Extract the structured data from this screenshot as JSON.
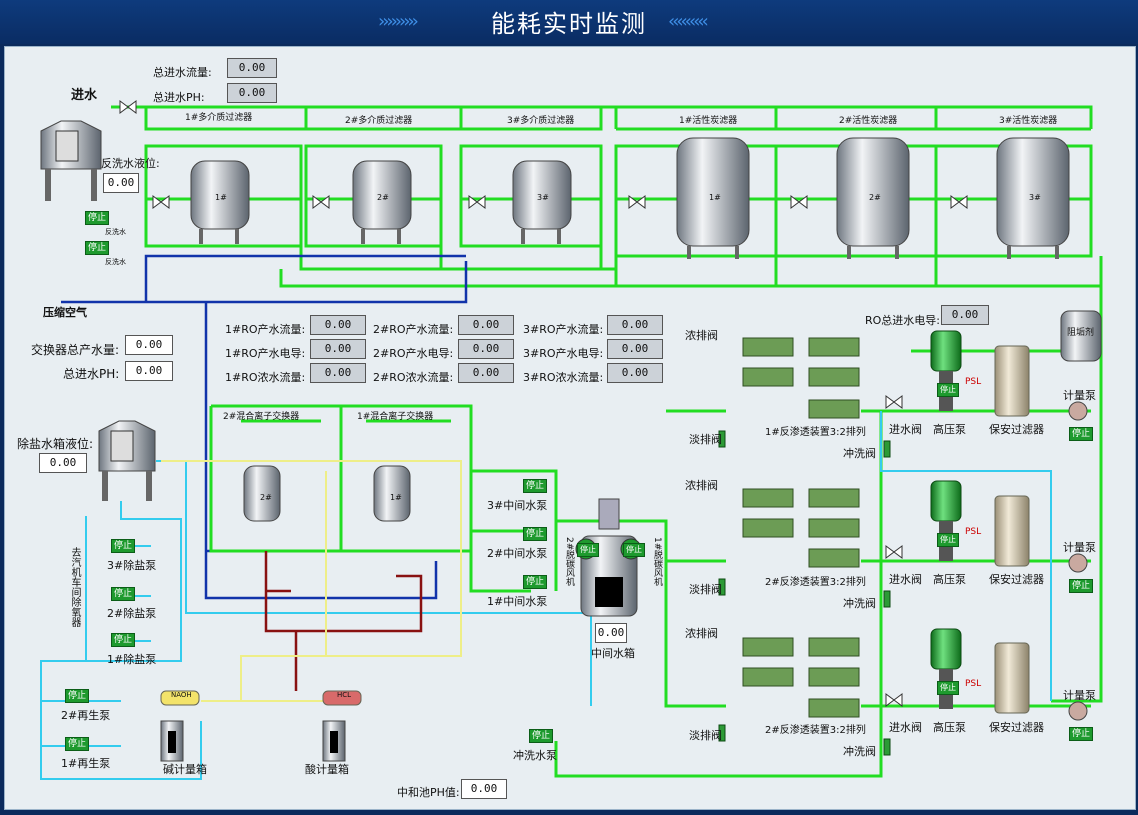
{
  "header": {
    "title": "能耗实时监测",
    "chevrons_left": "›››››››››",
    "chevrons_right": "‹‹‹‹‹‹‹‹‹"
  },
  "inlet": {
    "water": "进水",
    "air": "压缩空气",
    "backwash_level": "反洗水液位:",
    "backwash_level_val": "0.00",
    "pump_label": "反洗水"
  },
  "totals": {
    "flow_label": "总进水流量:",
    "flow_val": "0.00",
    "ph_label": "总进水PH:",
    "ph_val": "0.00"
  },
  "filters": [
    {
      "name": "1#多介质过滤器",
      "tag": "1#"
    },
    {
      "name": "2#多介质过滤器",
      "tag": "2#"
    },
    {
      "name": "3#多介质过滤器",
      "tag": "3#"
    },
    {
      "name": "1#活性炭滤器",
      "tag": "1#"
    },
    {
      "name": "2#活性炭滤器",
      "tag": "2#"
    },
    {
      "name": "3#活性炭滤器",
      "tag": "3#"
    }
  ],
  "ro_readings": [
    {
      "prod_flow": "1#RO产水流量:",
      "prod_cond": "1#RO产水电导:",
      "conc_flow": "1#RO浓水流量:",
      "v1": "0.00",
      "v2": "0.00",
      "v3": "0.00"
    },
    {
      "prod_flow": "2#RO产水流量:",
      "prod_cond": "2#RO产水电导:",
      "conc_flow": "2#RO浓水流量:",
      "v1": "0.00",
      "v2": "0.00",
      "v3": "0.00"
    },
    {
      "prod_flow": "3#RO产水流量:",
      "prod_cond": "3#RO产水电导:",
      "conc_flow": "3#RO浓水流量:",
      "v1": "0.00",
      "v2": "0.00",
      "v3": "0.00"
    }
  ],
  "exchanger": {
    "total_label": "交换器总产水量:",
    "total_val": "0.00",
    "ph_label": "总进水PH:",
    "ph_val": "0.00",
    "ex2": "2#混合离子交换器",
    "ex1": "1#混合离子交换器",
    "tag2": "2#",
    "tag1": "1#"
  },
  "desalt": {
    "level_label": "除盐水箱液位:",
    "level_val": "0.00",
    "side_label": "去汽机车间除氧器",
    "pumps": [
      "3#除盐泵",
      "2#除盐泵",
      "1#除盐泵"
    ],
    "regen": [
      "2#再生泵",
      "1#再生泵"
    ]
  },
  "chem": {
    "naoh": "NAOH",
    "hcl": "HCL",
    "base_tank": "碱计量箱",
    "acid_tank": "酸计量箱",
    "neutral_label": "中和池PH值:",
    "neutral_val": "0.00"
  },
  "intermediate": {
    "pumps": [
      "3#中间水泵",
      "2#中间水泵",
      "1#中间水泵"
    ],
    "tank": "中间水箱",
    "tank_val": "0.00",
    "fan2": "2#脱碳风机",
    "fan1": "1#脱碳风机",
    "flush_pump": "冲洗水泵"
  },
  "ro_units": [
    {
      "title": "1#反渗透装置3:2排列",
      "conc_valve": "浓排阀",
      "fresh_valve": "淡排阀",
      "inlet_valve": "进水阀",
      "flush_valve": "冲洗阀",
      "hp_pump": "高压泵",
      "filter": "保安过滤器",
      "psl": "PSL",
      "dosing": "计量泵"
    },
    {
      "title": "2#反渗透装置3:2排列",
      "conc_valve": "浓排阀",
      "fresh_valve": "淡排阀",
      "inlet_valve": "进水阀",
      "flush_valve": "冲洗阀",
      "hp_pump": "高压泵",
      "filter": "保安过滤器",
      "psl": "PSL",
      "dosing": "计量泵"
    },
    {
      "title": "2#反渗透装置3:2排列",
      "conc_valve": "浓排阀",
      "fresh_valve": "淡排阀",
      "inlet_valve": "进水阀",
      "flush_valve": "冲洗阀",
      "hp_pump": "高压泵",
      "filter": "保安过滤器",
      "psl": "PSL",
      "dosing": "计量泵"
    }
  ],
  "ro_total": {
    "label": "RO总进水电导:",
    "val": "0.00",
    "scale_inhibitor": "阻垢剂"
  },
  "status": {
    "stop": "停止"
  },
  "colors": {
    "water": "#22dd22",
    "air": "#1133aa",
    "desalted": "#33ccee",
    "regen": "#881111",
    "chem": "#eeee88",
    "accent": "#0b2a5c"
  }
}
